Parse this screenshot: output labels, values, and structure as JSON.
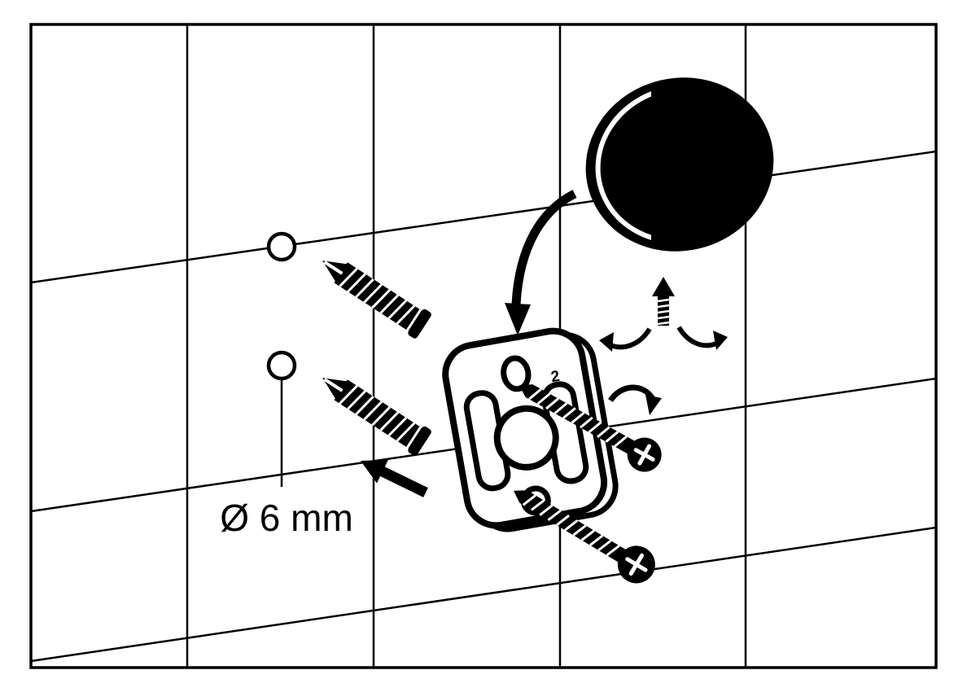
{
  "diagram": {
    "kind": "wall-mount-installation-instruction",
    "background_color": "#ffffff",
    "ink_color": "#000000",
    "hole_diameter_label": "Ø 6 mm",
    "plate_marking": "2",
    "parts": [
      "tiled-wall",
      "drill-hole-top",
      "drill-hole-bottom",
      "wall-anchor-top",
      "wall-anchor-bottom",
      "insert-direction-arrow",
      "mounting-plate",
      "screw-top",
      "screw-bottom",
      "screw-turn-arrow",
      "place-plate-arrow",
      "cover-disc",
      "push-on-arrow",
      "rotate-arrows"
    ]
  }
}
